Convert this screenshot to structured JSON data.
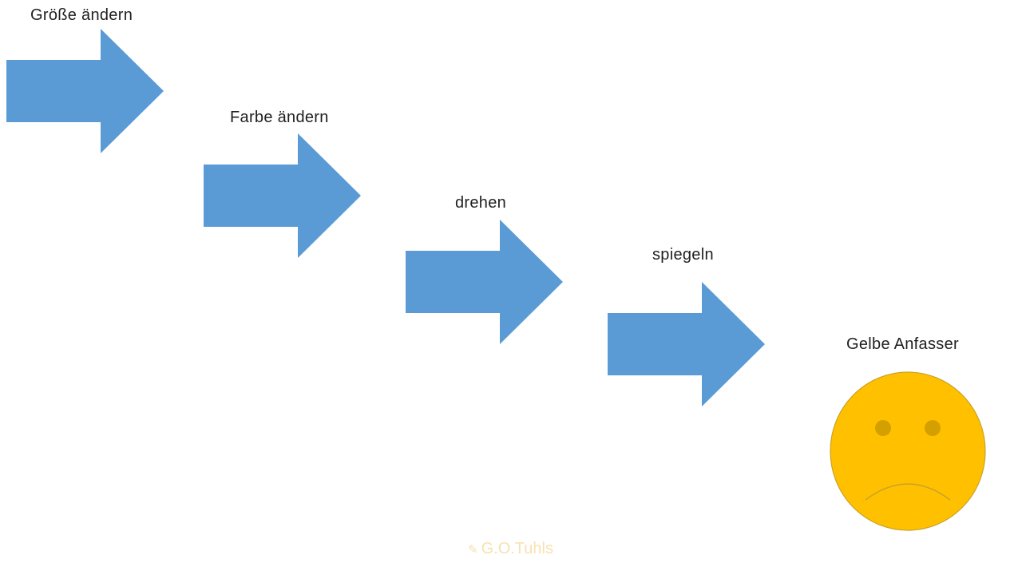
{
  "steps": [
    {
      "label": "Größe ändern"
    },
    {
      "label": "Farbe ändern"
    },
    {
      "label": "drehen"
    },
    {
      "label": "spiegeln"
    }
  ],
  "final": {
    "label": "Gelbe Anfasser",
    "icon": "sad-face-icon"
  },
  "watermark": {
    "icon": "pencil-icon",
    "text": "G.O.Tuhls"
  },
  "colors": {
    "arrow": "#5b9bd5",
    "face": "#ffc000",
    "face_stroke": "#c9a227",
    "eyes": "#d4a000",
    "watermark": "#f7e2b0"
  }
}
